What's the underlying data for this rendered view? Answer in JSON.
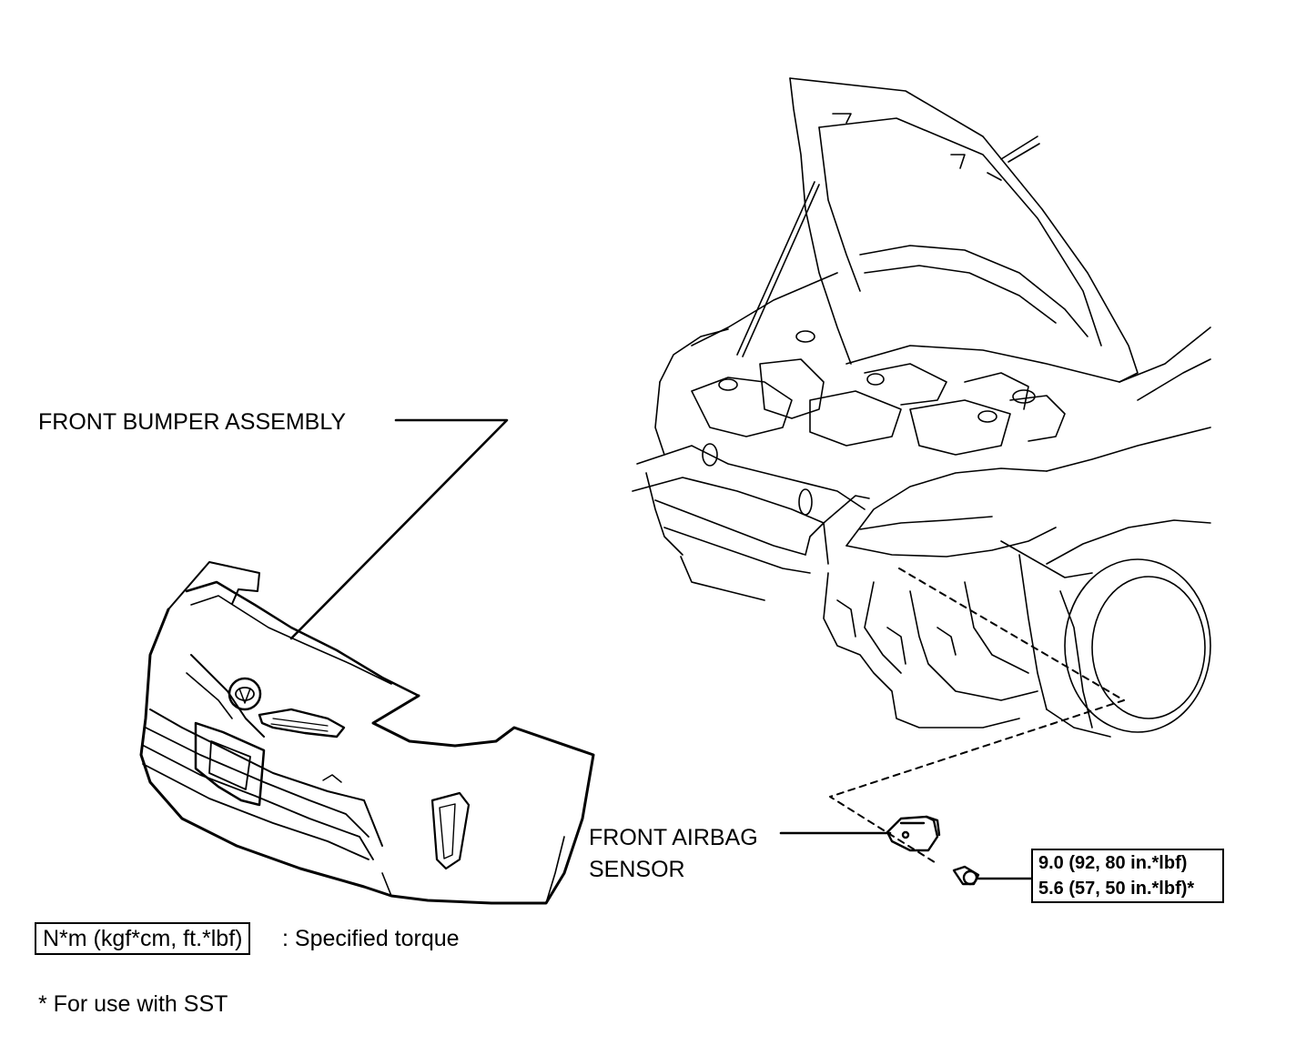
{
  "labels": {
    "front_bumper": "FRONT BUMPER ASSEMBLY",
    "airbag_sensor_line1": "FRONT AIRBAG",
    "airbag_sensor_line2": "SENSOR"
  },
  "torque": {
    "line1": "9.0 (92, 80 in.*lbf)",
    "line2": "5.6 (57, 50 in.*lbf)*"
  },
  "legend": {
    "unit_box": "N*m (kgf*cm, ft.*lbf)",
    "unit_desc": ": Specified torque",
    "sst_note": "* For use with SST"
  }
}
